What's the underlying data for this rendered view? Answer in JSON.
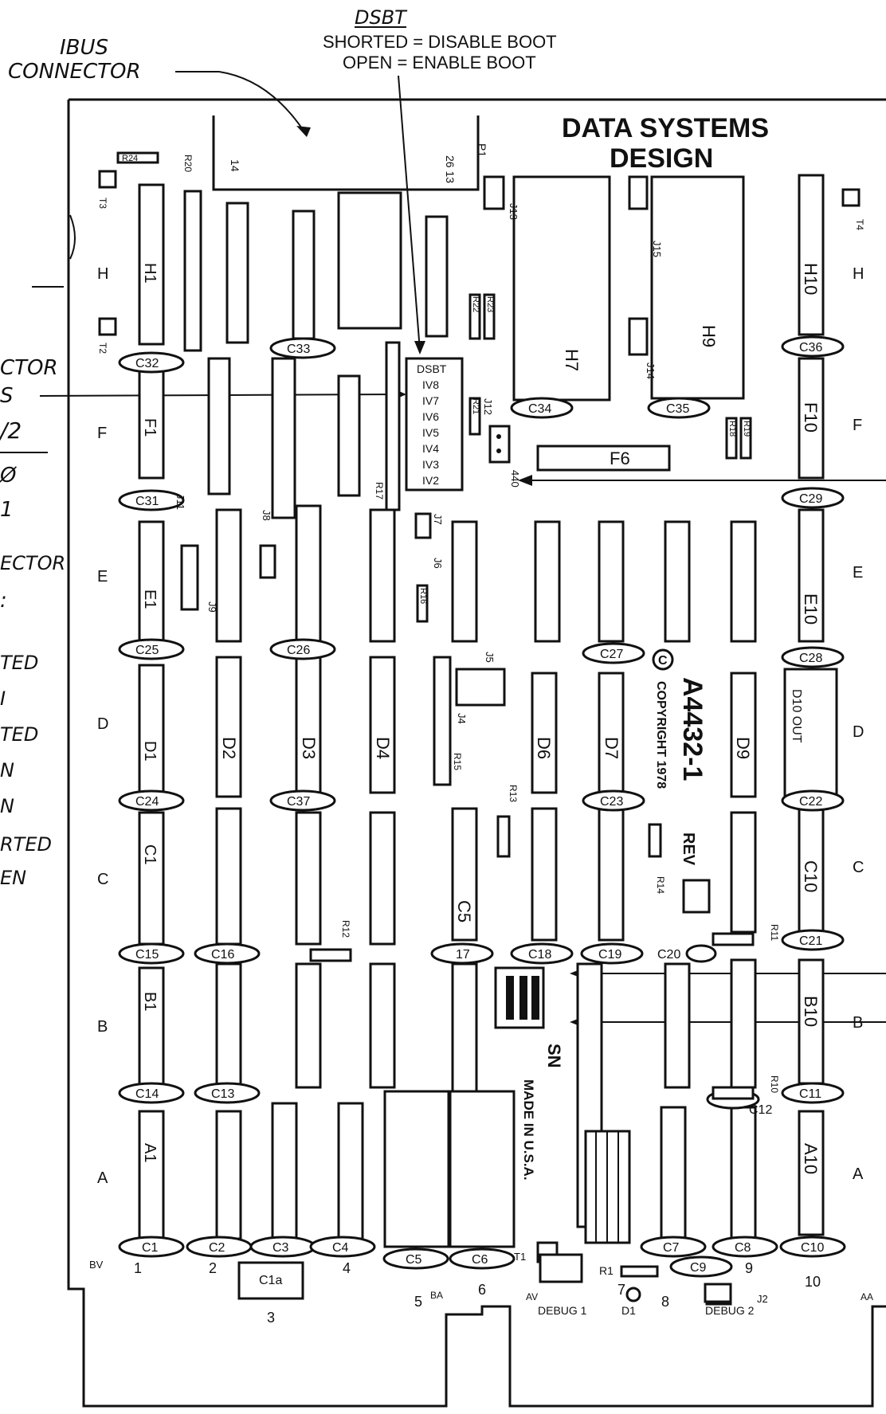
{
  "header": {
    "dsbt_title": "DSBT",
    "dsbt_line1": "SHORTED = DISABLE BOOT",
    "dsbt_line2": "OPEN  =   ENABLE BOOT",
    "ibus_line1": "IBUS",
    "ibus_line2": "CONNECTOR"
  },
  "company": {
    "line1": "DATA SYSTEMS",
    "line2": "DESIGN"
  },
  "board": {
    "part_number": "A4432-1",
    "rev_label": "REV",
    "copyright": "COPYRIGHT 1978",
    "made_in": "MADE IN U.S.A.",
    "sn_label": "SN",
    "debug1": "DEBUG 1",
    "debug2": "DEBUG 2",
    "dsbt_block": [
      "DSBT",
      "IV8",
      "IV7",
      "IV6",
      "IV5",
      "IV4",
      "IV3",
      "IV2"
    ]
  },
  "left_margin_fragments": [
    "CTOR",
    "S",
    "/2",
    "Ø",
    "1",
    "ECTOR",
    ":",
    "TED",
    "I",
    "TED",
    "N",
    "N",
    "RTED",
    "EN"
  ],
  "row_labels": [
    "H",
    "F",
    "E",
    "D",
    "C",
    "B",
    "A"
  ],
  "chips": {
    "H1": "H1",
    "F1": "F1",
    "E1": "E1",
    "D1": "D1",
    "C1": "C1",
    "B1": "B1",
    "A1": "A1",
    "H7": "H7",
    "H9": "H9",
    "F6": "F6",
    "H10": "H10",
    "F10": "F10",
    "E10": "E10",
    "D2": "D2",
    "D3": "D3",
    "D4": "D4",
    "D6": "D6",
    "D7": "D7",
    "D9": "D9",
    "D10": "D10 OUT",
    "C5": "C5",
    "C10": "C10",
    "B10": "B10",
    "A10": "A10"
  },
  "caps": [
    "C32",
    "C33",
    "C34",
    "C35",
    "C36",
    "C31",
    "C29",
    "C25",
    "C26",
    "C27",
    "C28",
    "C24",
    "C37",
    "C23",
    "C22",
    "C15",
    "C16",
    "17",
    "C18",
    "C19",
    "C20",
    "C21",
    "C14",
    "C13",
    "C12",
    "C11",
    "C1",
    "C2",
    "C3",
    "C4",
    "C5",
    "C6",
    "C7",
    "C8",
    "C9",
    "C10",
    "C1a"
  ],
  "jumpers": [
    "J13",
    "J15",
    "J14",
    "J12",
    "J11",
    "J9",
    "J8",
    "J7",
    "J6",
    "J5",
    "J4",
    "J1",
    "J2",
    "T1",
    "T2",
    "T3",
    "T4",
    "P1",
    "440"
  ],
  "resistors": [
    "R24",
    "R20",
    "R22",
    "R23",
    "R21",
    "R17",
    "R18",
    "R19",
    "R16",
    "R15",
    "R13",
    "R14",
    "R12",
    "R11",
    "R10",
    "R1",
    "D1"
  ],
  "bottom_numbers": [
    "BV",
    "1",
    "2",
    "3",
    "4",
    "5",
    "6",
    "7",
    "8",
    "9",
    "10",
    "AV",
    "AA",
    "BA"
  ]
}
